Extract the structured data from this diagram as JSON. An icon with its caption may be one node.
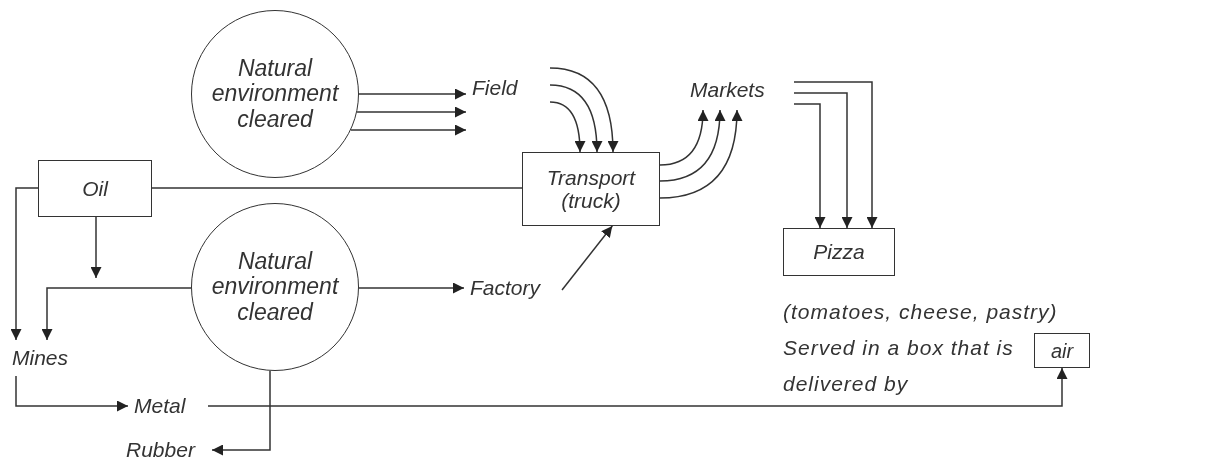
{
  "diagram": {
    "nodes": [
      {
        "text": [
          "Natural environment cleared"
        ]
      },
      {
        "text": [
          "Field"
        ]
      },
      {
        "text": [
          "Markets"
        ]
      },
      {
        "text": [
          "Oil"
        ]
      },
      {
        "text": [
          "Transport (truck)"
        ]
      },
      {
        "text": [
          "Natural environment cleared"
        ]
      },
      {
        "text": [
          "Factory"
        ]
      },
      {
        "text": [
          "Pizza"
        ]
      },
      {
        "text": [
          "air"
        ]
      },
      {
        "text": [
          "Mines"
        ]
      },
      {
        "text": [
          "Metal"
        ]
      },
      {
        "text": [
          "Rubber"
        ]
      }
    ],
    "edges": [
      {
        "from": 0,
        "to": 1,
        "arrow": "to"
      },
      {
        "from": 0,
        "to": 1,
        "arrow": "to"
      },
      {
        "from": 0,
        "to": 1,
        "arrow": "to"
      },
      {
        "from": 1,
        "to": 4,
        "arrow": "to"
      },
      {
        "from": 1,
        "to": 4,
        "arrow": "to"
      },
      {
        "from": 1,
        "to": 4,
        "arrow": "to"
      },
      {
        "from": 4,
        "to": 2,
        "arrow": "to"
      },
      {
        "from": 4,
        "to": 2,
        "arrow": "to"
      },
      {
        "from": 4,
        "to": 2,
        "arrow": "to"
      },
      {
        "from": 2,
        "to": 7,
        "arrow": "to"
      },
      {
        "from": 2,
        "to": 7,
        "arrow": "to"
      },
      {
        "from": 2,
        "to": 7,
        "arrow": "to"
      },
      {
        "from": 3,
        "to": 4,
        "arrow": "none"
      },
      {
        "from": 3,
        "to": 9,
        "arrow": "to"
      },
      {
        "from": 3,
        "to": null,
        "arrow": "to"
      },
      {
        "from": 5,
        "to": 9,
        "arrow": "to"
      },
      {
        "from": 5,
        "to": 6,
        "arrow": "to"
      },
      {
        "from": 6,
        "to": 4,
        "arrow": "to"
      },
      {
        "from": 9,
        "to": 10,
        "arrow": "to"
      },
      {
        "from": 10,
        "to": 8,
        "arrow": "to"
      },
      {
        "from": 5,
        "to": 11,
        "arrow": "to"
      }
    ],
    "labels": [
      "(tomatoes, cheese, pastry) Served in a box that is delivered by"
    ]
  }
}
